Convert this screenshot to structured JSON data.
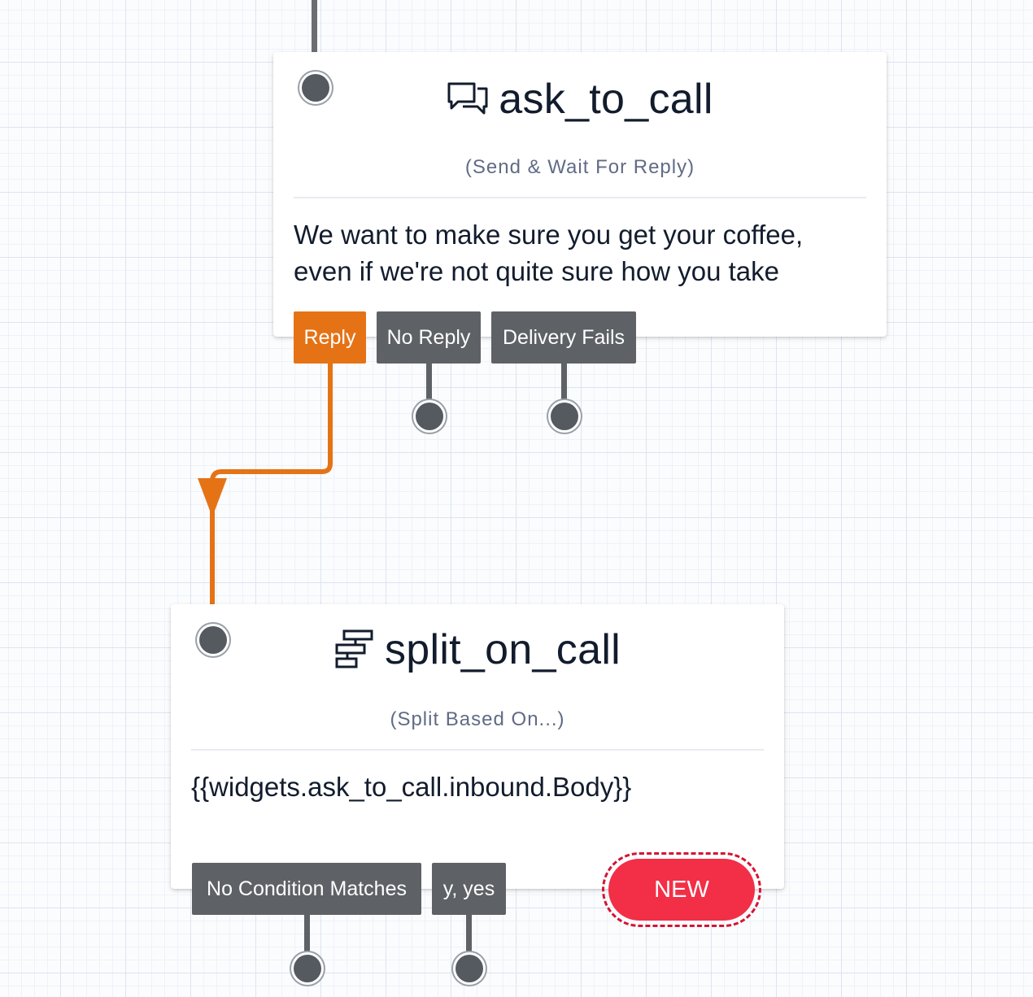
{
  "colors": {
    "accent_orange": "#e57316",
    "tag_gray": "#5e6165",
    "new_red": "#f22f46",
    "text_dark": "#121c2d",
    "text_muted": "#606b85"
  },
  "widgets": [
    {
      "title": "ask_to_call",
      "icon": "chat-bubbles-icon",
      "subtitle": "(Send & Wait For Reply)",
      "body_line_1": "We want to make sure you get your coffee,",
      "body_line_2": "even if we're not quite sure how you take",
      "transitions": [
        {
          "label": "Reply",
          "active": true
        },
        {
          "label": "No Reply",
          "active": false
        },
        {
          "label": "Delivery Fails",
          "active": false
        }
      ]
    },
    {
      "title": "split_on_call",
      "icon": "split-branch-icon",
      "subtitle": "(Split Based On...)",
      "body": "{{widgets.ask_to_call.inbound.Body}}",
      "transitions": [
        {
          "label": "No Condition Matches",
          "active": false
        },
        {
          "label": "y, yes",
          "active": false
        }
      ],
      "new_button": "NEW"
    }
  ]
}
